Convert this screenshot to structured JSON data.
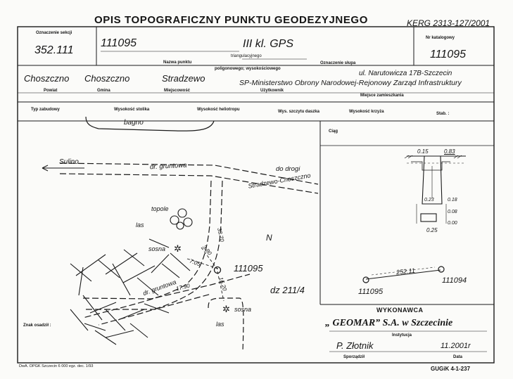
{
  "header": {
    "title": "OPIS TOPOGRAFICZNY PUNKTU GEODEZYJNEGO",
    "kerg": "KERG 2313-127/2001"
  },
  "section": {
    "label": "Oznaczenie sekcji",
    "value": "352.111"
  },
  "point": {
    "name_value": "111095",
    "class_value": "III kl. GPS",
    "name_label": "Nazwa punktu",
    "type_line1": "triangulacyjnego",
    "type_line2": "poligonowego; wysokościowego",
    "pillar_label": "Oznaczenie słupa"
  },
  "catalog": {
    "label": "Nr katalogowy",
    "value": "111095"
  },
  "location": {
    "powiat": "Choszczno",
    "gmina": "Choszczno",
    "miejscowosc": "Stradzewo",
    "uzytkownik": "SP-Ministerstwo Obrony Narodowej-Rejonowy Zarząd Infrastruktury",
    "address": "ul. Narutowicza 17B-Szczecin",
    "labels": {
      "powiat": "Powiat",
      "gmina": "Gmina",
      "miejscowosc": "Miejscowość",
      "uzytkownik": "Użytkownik",
      "miejsce": "Miejsce zamieszkania"
    }
  },
  "columns": {
    "typ": "Typ zabudowy",
    "stolik": "Wysokość stolika",
    "heliotrop": "Wysokość heliotropu",
    "daszek": "Wys. szczytu daszka",
    "krzyz": "Wysokość krzyża",
    "stab": "Stab. :"
  },
  "ciag_label": "Ciąg",
  "map": {
    "bagno": "bagno",
    "sulino": "Sulino",
    "dr_gruntowa": "dr. gruntowa",
    "do_drogi": "do drogi",
    "stradzewo_choszczno": "Stradzewo-Choszczno",
    "topole": "topole",
    "las1": "las",
    "sosna1": "sosna",
    "sosna2": "sosna",
    "las2": "las",
    "north": "N",
    "point_label": "111095",
    "dz": "dz 211/4",
    "dr_gruntowa2": "dr. gruntowa",
    "d1": "33.70",
    "d2": "3.80",
    "d3": "7.05",
    "d4": "17.90",
    "d5": "16.20",
    "znak": "Znak osadził :"
  },
  "mark": {
    "top": "0.15",
    "width": "0.83",
    "r1": "0.23",
    "r2": "0.18",
    "r3": "0.08",
    "r4": "0.00",
    "bottom": "0.25"
  },
  "link": {
    "distance": "252.11",
    "from": "111095",
    "to": "111094"
  },
  "executor": {
    "heading": "WYKONAWCA",
    "company": "„ GEOMAR” S.A. w Szczecinie",
    "instytucja": "Instytucja",
    "person": "P. Złotnik",
    "date": "11.2001r",
    "sporzadzil": "Sporządził",
    "data": "Data"
  },
  "footer": {
    "left": "DwA. OPGK Szczecin 6 000 egz. dec. 1/93",
    "right": "GUGiK 4-1-237"
  }
}
